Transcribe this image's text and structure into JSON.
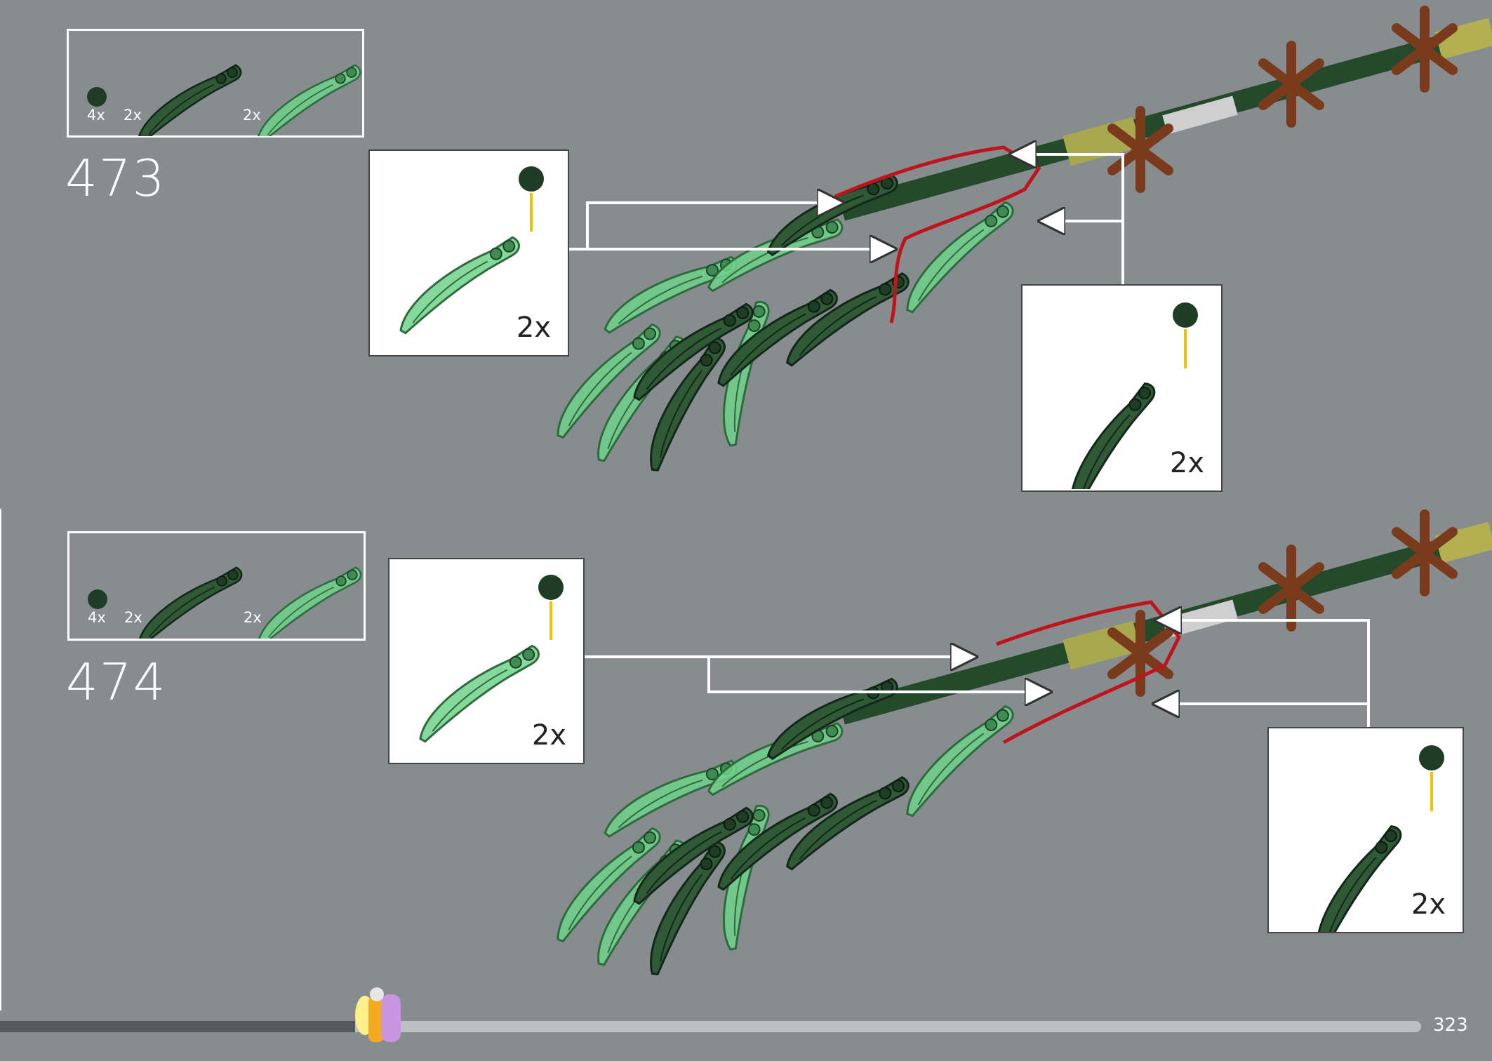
{
  "steps": [
    {
      "number": "473",
      "parts": [
        {
          "name": "round-plate",
          "count": "4x"
        },
        {
          "name": "dark-green-leaf",
          "count": "2x"
        },
        {
          "name": "trans-green-leaf",
          "count": "2x"
        }
      ],
      "callouts": [
        {
          "part": "trans-green-leaf",
          "multiplier": "2x"
        },
        {
          "part": "dark-green-leaf",
          "multiplier": "2x"
        }
      ]
    },
    {
      "number": "474",
      "parts": [
        {
          "name": "round-plate",
          "count": "4x"
        },
        {
          "name": "dark-green-leaf",
          "count": "2x"
        },
        {
          "name": "trans-green-leaf",
          "count": "2x"
        }
      ],
      "callouts": [
        {
          "part": "trans-green-leaf",
          "multiplier": "2x"
        },
        {
          "part": "dark-green-leaf",
          "multiplier": "2x"
        }
      ]
    }
  ],
  "footer": {
    "page_number": "323",
    "progress": 0.25
  },
  "colors": {
    "background": "#878d8f",
    "dark_green": "#2f5a35",
    "trans_green": "#6fd28a",
    "highlight": "#c0141c",
    "arrow_yellow": "#f2c200"
  }
}
